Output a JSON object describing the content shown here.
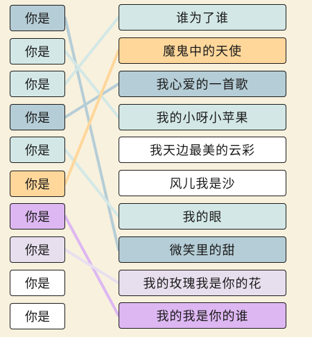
{
  "colors": {
    "background": "#f8f1de",
    "white": "#ffffff",
    "light_teal": "#d3e8e6",
    "gray_blue": "#b5cdd6",
    "orange": "#ffd79b",
    "purple": "#ddb7f2",
    "light_purple": "#e8dfee"
  },
  "left_items": [
    {
      "label": "你是",
      "color": "#b5cdd6"
    },
    {
      "label": "你是",
      "color": "#d3e8e6"
    },
    {
      "label": "你是",
      "color": "#d3e8e6"
    },
    {
      "label": "你是",
      "color": "#b5cdd6"
    },
    {
      "label": "你是",
      "color": "#d3e8e6"
    },
    {
      "label": "你是",
      "color": "#ffd79b"
    },
    {
      "label": "你是",
      "color": "#ddb7f2"
    },
    {
      "label": "你是",
      "color": "#e8dfee"
    },
    {
      "label": "你是",
      "color": "#ffffff"
    },
    {
      "label": "你是",
      "color": "#ffffff"
    }
  ],
  "right_items": [
    {
      "label": "谁为了谁",
      "color": "#d3e8e6"
    },
    {
      "label": "魔鬼中的天使",
      "color": "#ffd79b"
    },
    {
      "label": "我心爱的一首歌",
      "color": "#b5cdd6"
    },
    {
      "label": "我的小呀小苹果",
      "color": "#d3e8e6"
    },
    {
      "label": "我天边最美的云彩",
      "color": "#ffffff"
    },
    {
      "label": "风儿我是沙",
      "color": "#ffffff"
    },
    {
      "label": "我的眼",
      "color": "#d3e8e6"
    },
    {
      "label": "微笑里的甜",
      "color": "#b5cdd6"
    },
    {
      "label": "我的玫瑰我是你的花",
      "color": "#e8dfee"
    },
    {
      "label": "我的我是你的谁",
      "color": "#ddb7f2"
    }
  ],
  "connections": [
    {
      "from": 0,
      "to": 7,
      "color": "#b5cdd6"
    },
    {
      "from": 1,
      "to": 3,
      "color": "#d3e8e6"
    },
    {
      "from": 2,
      "to": 0,
      "color": "#d3e8e6"
    },
    {
      "from": 3,
      "to": 2,
      "color": "#b5cdd6"
    },
    {
      "from": 4,
      "to": 6,
      "color": "#d3e8e6"
    },
    {
      "from": 5,
      "to": 1,
      "color": "#ffd79b"
    },
    {
      "from": 6,
      "to": 9,
      "color": "#ddb7f2"
    },
    {
      "from": 7,
      "to": 8,
      "color": "#e8dfee"
    }
  ]
}
